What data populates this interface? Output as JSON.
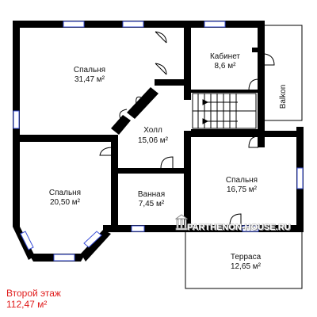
{
  "rooms": [
    {
      "key": "bedroom1",
      "name": "Спальня",
      "area": "31,47 м²"
    },
    {
      "key": "office",
      "name": "Кабинет",
      "area": "8,6 м²"
    },
    {
      "key": "hall",
      "name": "Холл",
      "area": "15,06 м²"
    },
    {
      "key": "bedroom2",
      "name": "Спальня",
      "area": "20,50 м²"
    },
    {
      "key": "bathroom",
      "name": "Ванная",
      "area": "7,45 м²"
    },
    {
      "key": "bedroom3",
      "name": "Спальня",
      "area": "16,75 м²"
    },
    {
      "key": "terrace",
      "name": "Терраса",
      "area": "12,65 м²"
    }
  ],
  "balcony": {
    "name": "Balkon"
  },
  "floor": {
    "title": "Второй этаж",
    "area": "112,47 м²"
  },
  "watermark": {
    "text": "PARTHENON-HOUSE.RU"
  },
  "colors": {
    "wall": "#000000",
    "window": "#3a4fd8",
    "floor_label": "#e01b1b",
    "background": "#ffffff"
  }
}
